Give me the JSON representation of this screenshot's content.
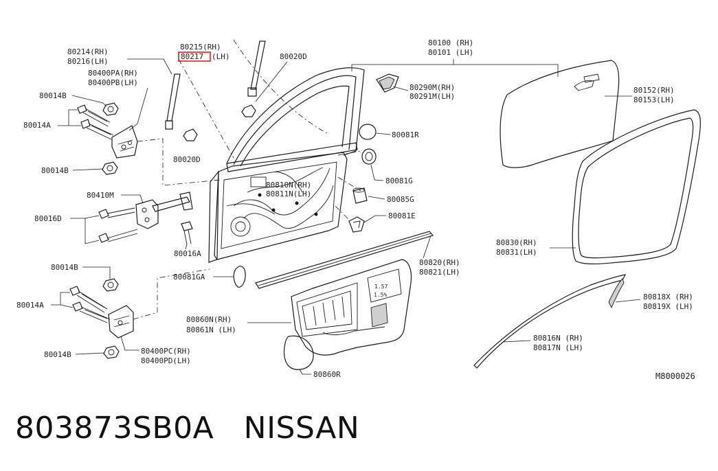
{
  "diagram_code": "M8000026",
  "caption": {
    "part_number": "803873SB0A",
    "brand": "NISSAN"
  },
  "highlight_color": "#e0201a",
  "labels": {
    "l80214": "80214(RH)",
    "l80216": "80216(LH)",
    "l80215": "80215(RH)",
    "l80217": "80217",
    "l80217_suffix": "(LH)",
    "l80020d_top": "80020D",
    "l80100": "80100 (RH)",
    "l80101": "80101 (LH)",
    "l80014b_1": "80014B",
    "l80400pa": "80400PA(RH)",
    "l80400pb": "80400PB(LH)",
    "l80014a_1": "80014A",
    "l80290m": "80290M(RH)",
    "l80291m": "80291M(LH)",
    "l80152": "80152(RH)",
    "l80153": "80153(LH)",
    "l80081r": "80081R",
    "l80020d_mid": "80020D",
    "l80014b_2": "80014B",
    "l80810n": "80810N(RH)",
    "l80811n": "80811N(LH)",
    "l80081g": "80081G",
    "l80410m": "80410M",
    "l80085g": "80085G",
    "l80016d": "80016D",
    "l80081e": "80081E",
    "l80830": "80830(RH)",
    "l80831": "80831(LH)",
    "l80016a": "80016A",
    "l80820": "80820(RH)",
    "l80821": "80821(LH)",
    "l80014b_3": "80014B",
    "l80081ga": "80081GA",
    "l80818x": "80818X (RH)",
    "l80819x": "80819X (LH)",
    "l80014a_2": "80014A",
    "l80860n": "80860N(RH)",
    "l80861n": "80861N (LH)",
    "l80816n": "80816N (RH)",
    "l80817n": "80817N (LH)",
    "l80400pc": "80400PC(RH)",
    "l80400pd": "80400PD(LH)",
    "l80014b_4": "80014B",
    "l80860r": "80860R"
  }
}
